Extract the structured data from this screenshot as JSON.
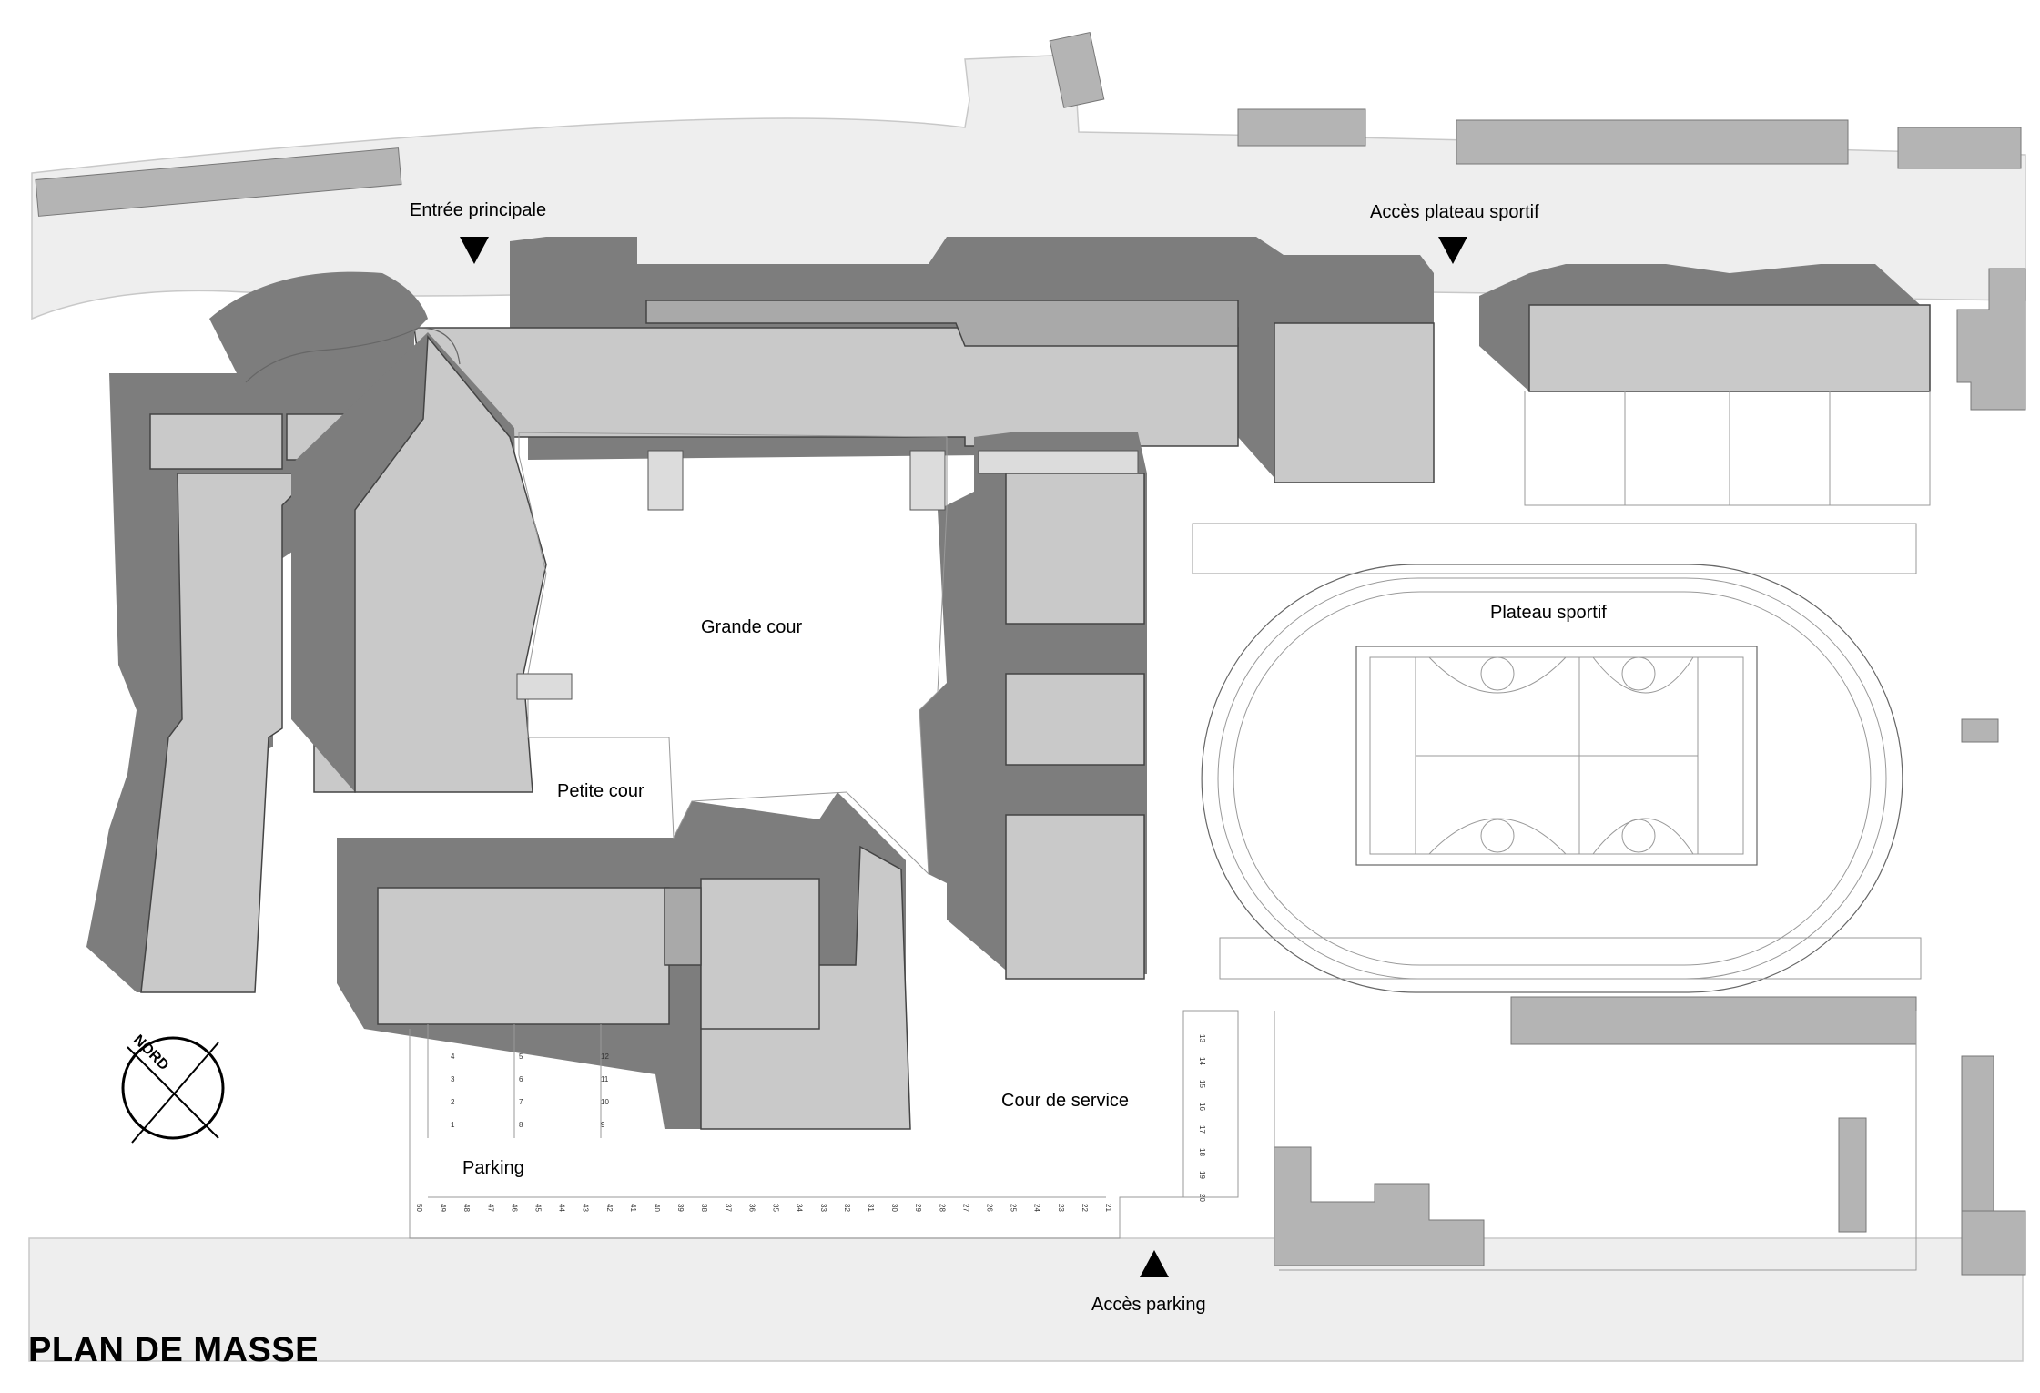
{
  "title": "PLAN DE MASSE",
  "labels": {
    "entree_principale": "Entrée principale",
    "acces_plateau": "Accès plateau sportif",
    "grande_cour": "Grande cour",
    "petite_cour": "Petite cour",
    "plateau_sportif": "Plateau sportif",
    "cour_service": "Cour de service",
    "parking": "Parking",
    "acces_parking": "Accès parking"
  },
  "compass": {
    "text": "NORD",
    "icon": "north-arrow-icon"
  },
  "parking_numbers": {
    "row_bottom": [
      "50",
      "49",
      "48",
      "47",
      "46",
      "45",
      "44",
      "43",
      "42",
      "41",
      "40",
      "39",
      "38",
      "37",
      "36",
      "35",
      "34",
      "33",
      "32",
      "31",
      "30",
      "29",
      "28",
      "27",
      "26",
      "25",
      "24",
      "23",
      "22",
      "21"
    ],
    "column_right": [
      "13",
      "14",
      "15",
      "16",
      "17",
      "18",
      "19",
      "20"
    ],
    "block_left": [
      "4",
      "3",
      "2",
      "1"
    ],
    "block_mid_a": [
      "5",
      "6",
      "7",
      "8"
    ],
    "block_mid_b": [
      "12",
      "11",
      "10",
      "9"
    ]
  },
  "colors": {
    "road": "#eeeeee",
    "shadow": "#7d7d7d",
    "roof": "#c9c9c9",
    "neighbor": "#b4b4b4"
  }
}
